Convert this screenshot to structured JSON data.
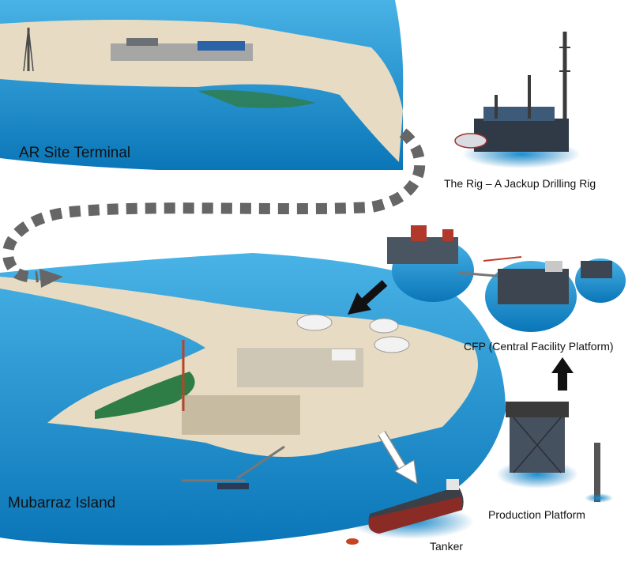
{
  "labels": {
    "terminal": "AR Site Terminal",
    "rig": "The Rig – A Jackup Drilling Rig",
    "cfp": "CFP (Central Facility Platform)",
    "island": "Mubarraz Island",
    "production": "Production Platform",
    "tanker": "Tanker"
  },
  "colors": {
    "sea_deep": "#0a76b8",
    "sea_light": "#49b3e6",
    "sand": "#e7dcc3",
    "vegetation": "#2f7d46",
    "route_dashes": "#666666",
    "arrow_black": "#111111",
    "arrow_white": "#ffffff"
  }
}
